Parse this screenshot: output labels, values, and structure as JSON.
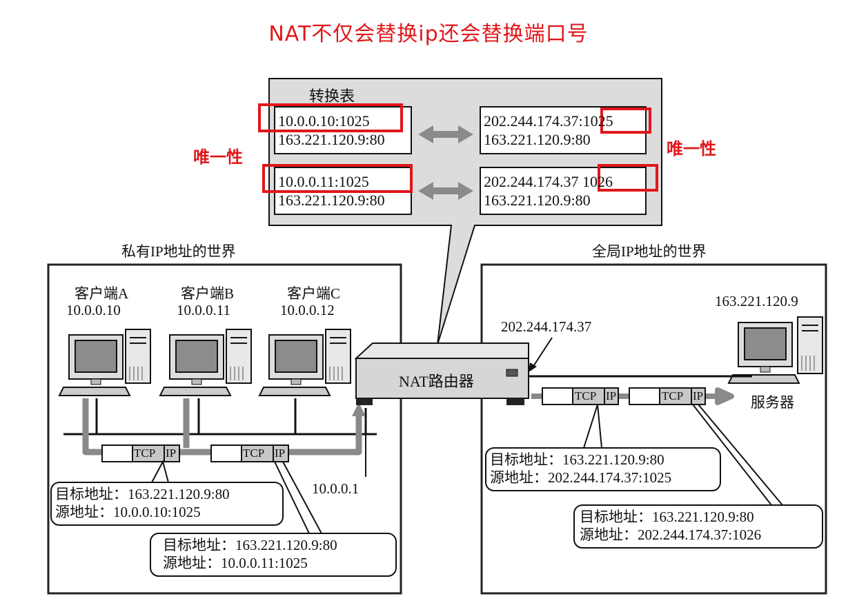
{
  "title": "NAT不仅会替换ip还会替换端口号",
  "uniqueness_left": "唯一性",
  "uniqueness_right": "唯一性",
  "translation_table": {
    "label": "转换表",
    "rows": [
      {
        "private_addr": "10.0.0.10:1025",
        "private_dest": "163.221.120.9:80",
        "global_addr": "202.244.174.37:",
        "global_port": "1025",
        "global_dest": "163.221.120.9:80"
      },
      {
        "private_addr": "10.0.0.11:1025",
        "private_dest": "163.221.120.9:80",
        "global_addr": "202.244.174.37",
        "global_port": "1026",
        "global_dest": "163.221.120.9:80"
      }
    ]
  },
  "private_world": {
    "label": "私有IP地址的世界",
    "clients": [
      {
        "name": "客户端A",
        "ip": "10.0.0.10"
      },
      {
        "name": "客户端B",
        "ip": "10.0.0.11"
      },
      {
        "name": "客户端C",
        "ip": "10.0.0.12"
      }
    ],
    "gateway_ip": "10.0.0.1",
    "packets": [
      {
        "dst": "目标地址：163.221.120.9:80",
        "src": "源地址：10.0.0.10:1025"
      },
      {
        "dst": "目标地址：163.221.120.9:80",
        "src": "源地址：10.0.0.11:1025"
      }
    ]
  },
  "global_world": {
    "label": "全局IP地址的世界",
    "router_ip": "202.244.174.37",
    "server_ip": "163.221.120.9",
    "server_label": "服务器",
    "packets": [
      {
        "dst": "目标地址：163.221.120.9:80",
        "src": "源地址：202.244.174.37:1025"
      },
      {
        "dst": "目标地址：163.221.120.9:80",
        "src": "源地址：202.244.174.37:1026"
      }
    ]
  },
  "router_label": "NAT路由器",
  "packet_tcp": "TCP",
  "packet_ip": "IP",
  "colors": {
    "accent_red": "#e0161a",
    "panel_gray": "#dcdcdc",
    "arrow_gray": "#8a8a8a"
  }
}
